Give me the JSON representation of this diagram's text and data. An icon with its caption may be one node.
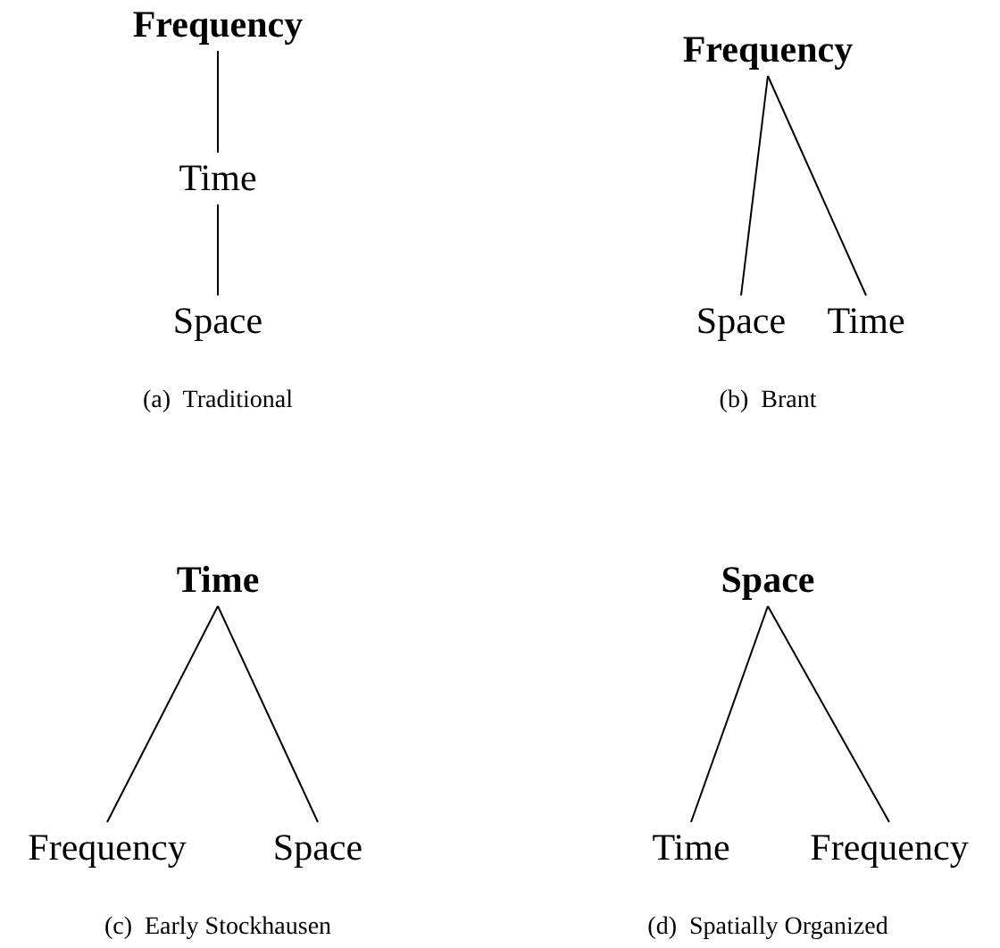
{
  "diagram": {
    "nodes": [
      {
        "text": [
          "Frequency"
        ]
      },
      {
        "text": [
          "Time"
        ]
      },
      {
        "text": [
          "Space"
        ]
      },
      {
        "text": [
          "Frequency"
        ]
      },
      {
        "text": [
          "Space"
        ]
      },
      {
        "text": [
          "Time"
        ]
      },
      {
        "text": [
          "Time"
        ]
      },
      {
        "text": [
          "Frequency"
        ]
      },
      {
        "text": [
          "Space"
        ]
      },
      {
        "text": [
          "Space"
        ]
      },
      {
        "text": [
          "Time"
        ]
      },
      {
        "text": [
          "Frequency"
        ]
      }
    ],
    "edges": [
      {
        "from": 0,
        "to": 1,
        "arrow": "none"
      },
      {
        "from": 1,
        "to": 2,
        "arrow": "none"
      },
      {
        "from": 3,
        "to": 4,
        "arrow": "none"
      },
      {
        "from": 3,
        "to": 5,
        "arrow": "none"
      },
      {
        "from": 6,
        "to": 7,
        "arrow": "none"
      },
      {
        "from": 6,
        "to": 8,
        "arrow": "none"
      },
      {
        "from": 9,
        "to": 10,
        "arrow": "none"
      },
      {
        "from": 9,
        "to": 11,
        "arrow": "none"
      }
    ],
    "labels": [
      "(a)  Traditional",
      "(b)  Brant",
      "(c)  Early Stockhausen",
      "(d)  Spatially Organized"
    ]
  }
}
